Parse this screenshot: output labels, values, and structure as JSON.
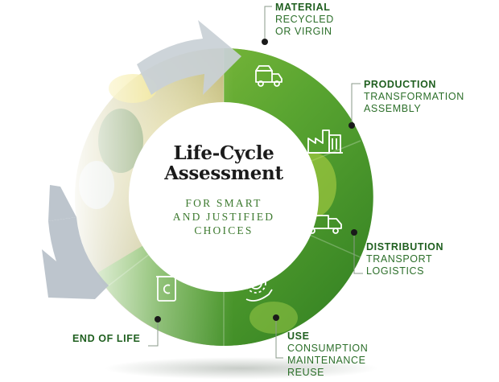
{
  "center": {
    "title_lines": [
      "Life-Cycle",
      "Assessment"
    ],
    "subtitle_lines": [
      "FOR SMART",
      "AND JUSTIFIED",
      "CHOICES"
    ]
  },
  "stages": {
    "material": {
      "head": "MATERIAL",
      "lines": [
        "RECYCLED",
        "OR VIRGIN"
      ],
      "icon": "truck-bin-icon"
    },
    "production": {
      "head": "PRODUCTION",
      "lines": [
        "TRANSFORMATION",
        "ASSEMBLY"
      ],
      "icon": "factory-icon"
    },
    "distribution": {
      "head": "DISTRIBUTION",
      "lines": [
        "TRANSPORT",
        "LOGISTICS"
      ],
      "icon": "delivery-truck-icon"
    },
    "use": {
      "head": "USE",
      "lines": [
        "CONSUMPTION",
        "MAINTENANCE",
        "REUSE"
      ],
      "icon": "gear-hand-icon"
    },
    "end_of_life": {
      "head": "END OF LIFE",
      "lines": [],
      "icon": "recycle-bin-icon"
    }
  },
  "colors": {
    "green_dark": "#2f7d21",
    "green_mid": "#5aa531",
    "green_light": "#8ec23e",
    "text_green": "#2c6f2a",
    "arrow_grey": "#c9d0d6",
    "leader": "#8a9a8a"
  }
}
